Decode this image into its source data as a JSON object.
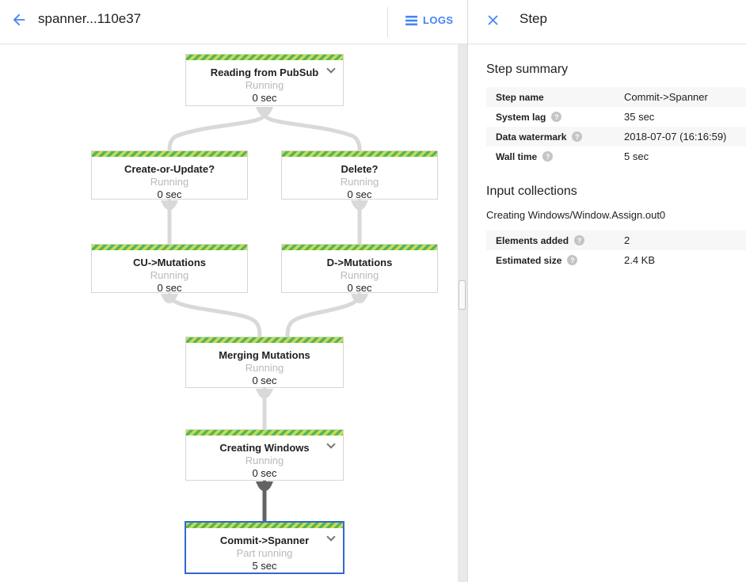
{
  "header": {
    "title": "spanner...110e37",
    "logs_label": "LOGS"
  },
  "panel": {
    "title": "Step",
    "step_summary": {
      "heading": "Step summary",
      "rows": [
        {
          "label": "Step name",
          "value": "Commit->Spanner",
          "help": false
        },
        {
          "label": "System lag",
          "value": "35 sec",
          "help": true
        },
        {
          "label": "Data watermark",
          "value": "2018-07-07 (16:16:59)",
          "help": true
        },
        {
          "label": "Wall time",
          "value": "5 sec",
          "help": true
        }
      ]
    },
    "input_collections": {
      "heading": "Input collections",
      "collection_name": "Creating Windows/Window.Assign.out0",
      "rows": [
        {
          "label": "Elements added",
          "value": "2",
          "help": true
        },
        {
          "label": "Estimated size",
          "value": "2.4 KB",
          "help": true
        }
      ]
    }
  },
  "graph": {
    "nodes": [
      {
        "id": "reading-from-pubsub",
        "title": "Reading from PubSub",
        "status": "Running",
        "time": "0 sec",
        "chevron": true,
        "selected": false
      },
      {
        "id": "create-or-update",
        "title": "Create-or-Update?",
        "status": "Running",
        "time": "0 sec",
        "chevron": false,
        "selected": false
      },
      {
        "id": "delete",
        "title": "Delete?",
        "status": "Running",
        "time": "0 sec",
        "chevron": false,
        "selected": false
      },
      {
        "id": "cu-mutations",
        "title": "CU->Mutations",
        "status": "Running",
        "time": "0 sec",
        "chevron": false,
        "selected": false
      },
      {
        "id": "d-mutations",
        "title": "D->Mutations",
        "status": "Running",
        "time": "0 sec",
        "chevron": false,
        "selected": false
      },
      {
        "id": "merging-mutations",
        "title": "Merging Mutations",
        "status": "Running",
        "time": "0 sec",
        "chevron": false,
        "selected": false
      },
      {
        "id": "creating-windows",
        "title": "Creating Windows",
        "status": "Running",
        "time": "0 sec",
        "chevron": true,
        "selected": false
      },
      {
        "id": "commit-spanner",
        "title": "Commit->Spanner",
        "status": "Part running",
        "time": "5 sec",
        "chevron": true,
        "selected": true
      }
    ]
  },
  "colors": {
    "accent_blue": "#4285f4",
    "selected_border": "#3367d6",
    "stripe_light": "#c7dd4c",
    "stripe_dark": "#54b55f",
    "status_gray": "#b9b9b9",
    "edge_gray": "#d9d9d9",
    "edge_dark": "#636363"
  }
}
